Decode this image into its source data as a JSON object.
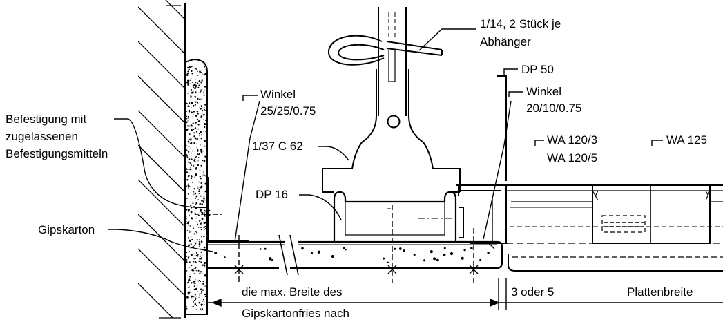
{
  "labels": {
    "clip": [
      "1/14, 2 Stück je",
      "Abhänger"
    ],
    "dp50": "DP 50",
    "winkel_left": [
      "Winkel",
      "25/25/0.75"
    ],
    "winkel_right": [
      "Winkel",
      "20/10/0.75"
    ],
    "befestigung": [
      "Befestigung mit",
      "zugelassenen",
      "Befestigungsmitteln"
    ],
    "hanger": "1/37 C 62",
    "wa120": [
      "WA 120/3",
      "WA 120/5"
    ],
    "wa125": "WA 125",
    "dp16": "DP 16",
    "gipskarton": "Gipskarton",
    "dim_main": [
      "die max. Breite des",
      "Gipskartonfries nach"
    ],
    "dim_gap": "3 oder 5",
    "dim_plate": "Plattenbreite"
  },
  "colors": {
    "line": "#000000",
    "background": "#ffffff"
  }
}
